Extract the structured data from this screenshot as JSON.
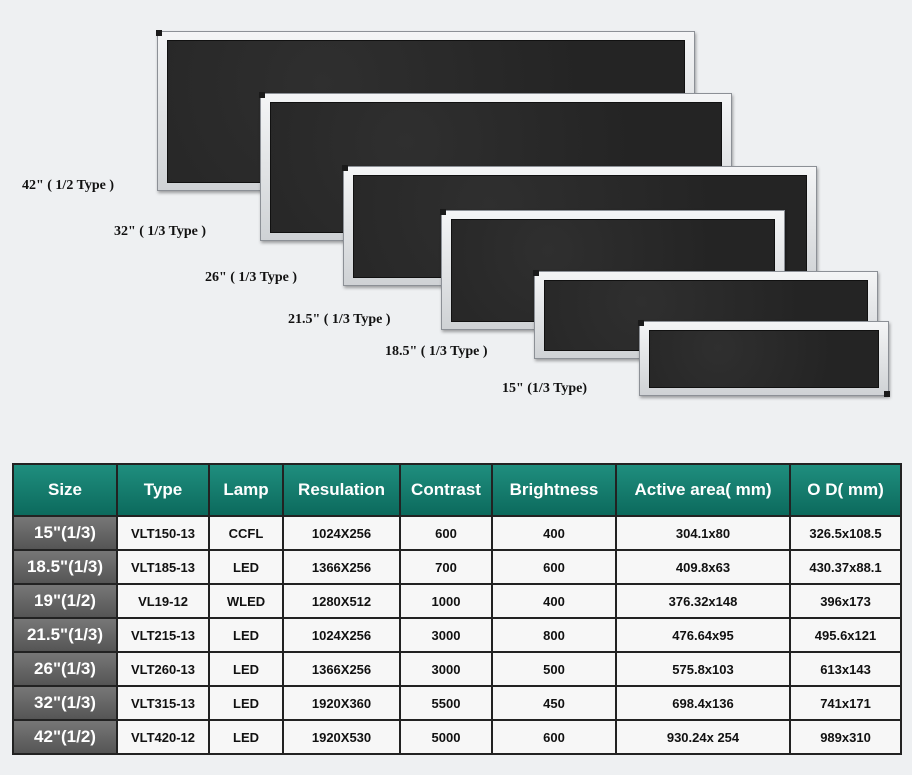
{
  "panels": [
    {
      "label": "42\" ( 1/2 Type )"
    },
    {
      "label": "32\" ( 1/3 Type )"
    },
    {
      "label": "26\" ( 1/3 Type )"
    },
    {
      "label": "21.5\" ( 1/3 Type )"
    },
    {
      "label": "18.5\" ( 1/3 Type )"
    },
    {
      "label": "15\"  (1/3 Type)"
    }
  ],
  "table": {
    "headers": [
      "Size",
      "Type",
      "Lamp",
      "Resulation",
      "Contrast",
      "Brightness",
      "Active area( mm)",
      "O D( mm)"
    ],
    "rows": [
      [
        "15\"(1/3)",
        "VLT150-13",
        "CCFL",
        "1024X256",
        "600",
        "400",
        "304.1x80",
        "326.5x108.5"
      ],
      [
        "18.5\"(1/3)",
        "VLT185-13",
        "LED",
        "1366X256",
        "700",
        "600",
        "409.8x63",
        "430.37x88.1"
      ],
      [
        "19\"(1/2)",
        "VL19-12",
        "WLED",
        "1280X512",
        "1000",
        "400",
        "376.32x148",
        "396x173"
      ],
      [
        "21.5\"(1/3)",
        "VLT215-13",
        "LED",
        "1024X256",
        "3000",
        "800",
        "476.64x95",
        "495.6x121"
      ],
      [
        "26\"(1/3)",
        "VLT260-13",
        "LED",
        "1366X256",
        "3000",
        "500",
        "575.8x103",
        "613x143"
      ],
      [
        "32\"(1/3)",
        "VLT315-13",
        "LED",
        "1920X360",
        "5500",
        "450",
        "698.4x136",
        "741x171"
      ],
      [
        "42\"(1/2)",
        "VLT420-12",
        "LED",
        "1920X530",
        "5000",
        "600",
        "930.24x 254",
        "989x310"
      ]
    ]
  }
}
